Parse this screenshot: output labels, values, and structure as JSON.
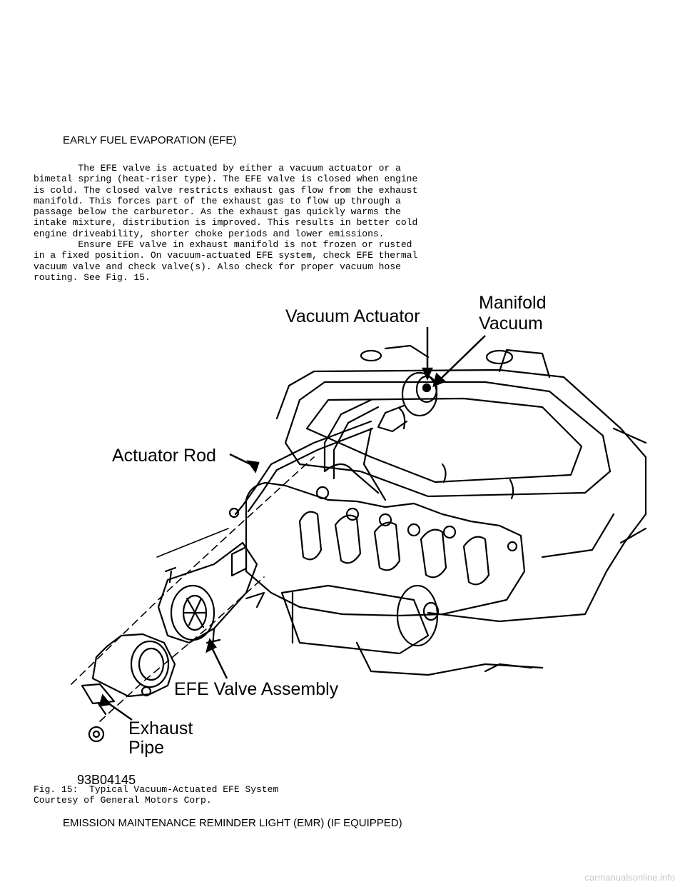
{
  "section_heading": "EARLY FUEL EVAPORATION (EFE)",
  "body_lines": [
    "        The EFE valve is actuated by either a vacuum actuator or a",
    "bimetal spring (heat-riser type). The EFE valve is closed when engine",
    "is cold. The closed valve restricts exhaust gas flow from the exhaust",
    "manifold. This forces part of the exhaust gas to flow up through a",
    "passage below the carburetor. As the exhaust gas quickly warms the",
    "intake mixture, distribution is improved. This results in better cold",
    "engine driveability, shorter choke periods and lower emissions.",
    "        Ensure EFE valve in exhaust manifold is not frozen or rusted",
    "in a fixed position. On vacuum-actuated EFE system, check EFE thermal",
    "vacuum valve and check valve(s). Also check for proper vacuum hose",
    "routing. See Fig. 15."
  ],
  "figure": {
    "labels": {
      "vacuum_actuator": "Vacuum Actuator",
      "manifold": "Manifold",
      "vacuum": "Vacuum",
      "actuator_rod": "Actuator Rod",
      "efe_valve_assembly": "EFE Valve Assembly",
      "exhaust": "Exhaust",
      "pipe": "Pipe"
    },
    "figure_id": "93B04145"
  },
  "caption_lines": [
    "Fig. 15:  Typical Vacuum-Actuated EFE System",
    "Courtesy of General Motors Corp."
  ],
  "next_heading": "EMISSION MAINTENANCE REMINDER LIGHT (EMR) (IF EQUIPPED)",
  "watermark": "carmanualsonline.info"
}
